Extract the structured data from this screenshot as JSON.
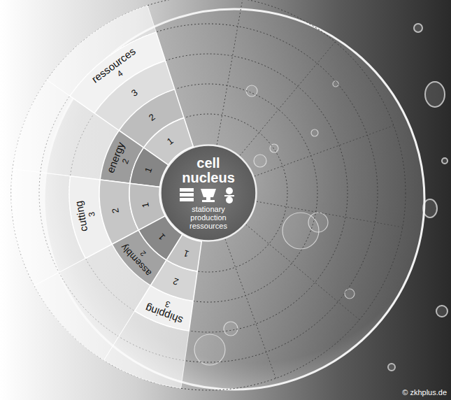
{
  "diagram": {
    "nodes": [
      {
        "text": [
          "cell nucleus",
          "stationary production ressources"
        ]
      },
      {
        "text": [
          "ressources",
          "4"
        ]
      },
      {
        "text": [
          "3"
        ]
      },
      {
        "text": [
          "2"
        ]
      },
      {
        "text": [
          "1"
        ]
      },
      {
        "text": [
          "energy",
          "2"
        ]
      },
      {
        "text": [
          "1"
        ]
      },
      {
        "text": [
          "cutting",
          "3"
        ]
      },
      {
        "text": [
          "2"
        ]
      },
      {
        "text": [
          "1"
        ]
      },
      {
        "text": [
          "assembly",
          "2"
        ]
      },
      {
        "text": [
          "1"
        ]
      },
      {
        "text": [
          "shipping",
          "3"
        ]
      },
      {
        "text": [
          "2"
        ]
      },
      {
        "text": [
          "1"
        ]
      }
    ],
    "labels": [
      "© zkhplus.de"
    ]
  }
}
